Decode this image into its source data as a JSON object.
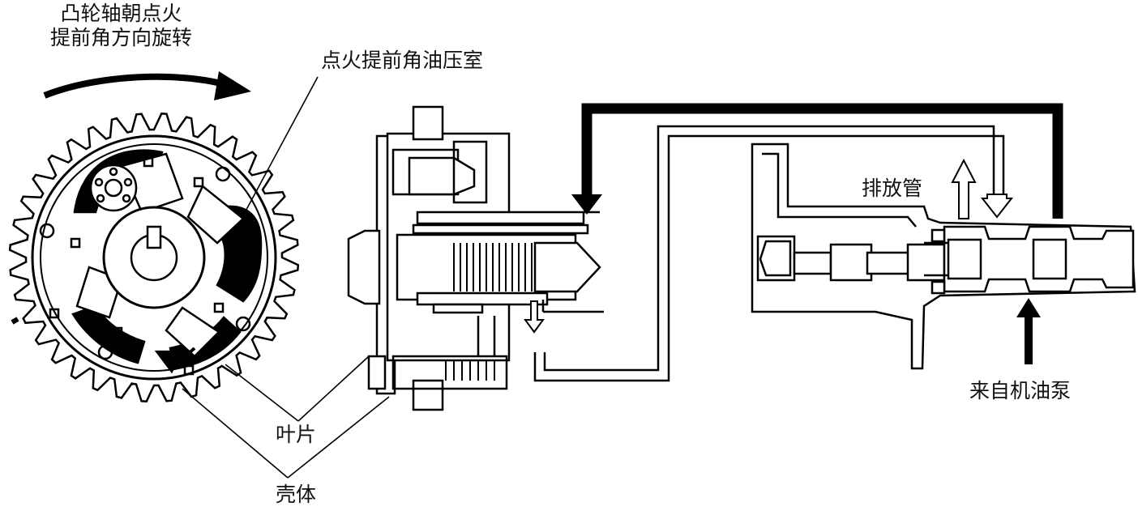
{
  "labels": {
    "rotation_line1": "凸轮轴朝点火",
    "rotation_line2": "提前角方向旋转",
    "advance_chamber": "点火提前角油压室",
    "drain": "排放管",
    "from_pump": "来自机油泵",
    "vane": "叶片",
    "housing": "壳体"
  },
  "colors": {
    "line": "#000000",
    "background": "#ffffff"
  }
}
